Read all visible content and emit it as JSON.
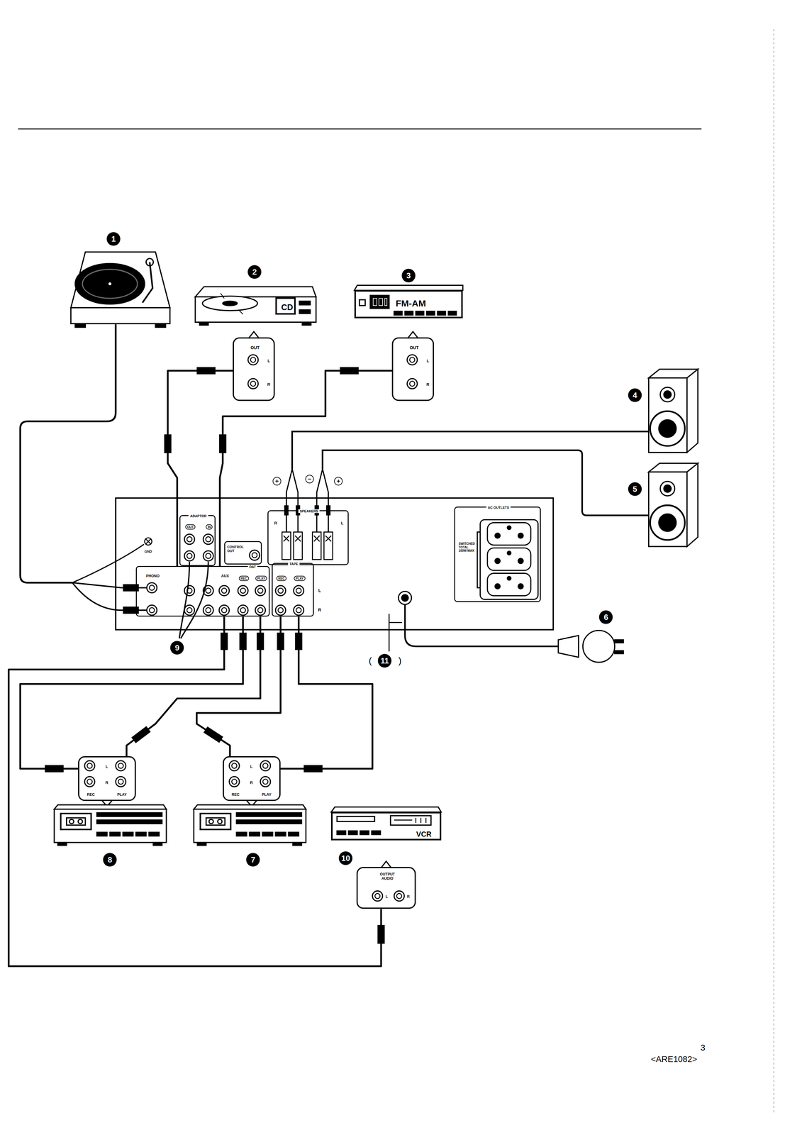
{
  "diagram": {
    "nodes": [
      {
        "text": [
          "CD"
        ]
      },
      {
        "text": [
          "FM-AM"
        ]
      },
      {
        "text": [
          "OUT",
          "L",
          "R"
        ]
      },
      {
        "text": [
          "OUT",
          "L",
          "R"
        ]
      },
      {
        "text": [
          "ADAPTOR",
          "OUT",
          "IN"
        ]
      },
      {
        "text": [
          "CONTROL OUT"
        ]
      },
      {
        "text": [
          "SPEAKERS",
          "R",
          "L"
        ]
      },
      {
        "text": [
          "AC OUTLETS",
          "SWITCHED TOTAL 100W MAX"
        ]
      },
      {
        "text": [
          "PHONO",
          "AUX",
          "DAT",
          "REC",
          "PLAY"
        ]
      },
      {
        "text": [
          "TAPE",
          "REC",
          "PLAY"
        ]
      },
      {
        "text": [
          "L",
          "R",
          "REC",
          "PLAY"
        ]
      },
      {
        "text": [
          "L",
          "R",
          "REC",
          "PLAY"
        ]
      },
      {
        "text": [
          "VCR"
        ]
      },
      {
        "text": [
          "OUTPUT AUDIO",
          "L",
          "R"
        ]
      }
    ],
    "edges": [
      {
        "from": 2,
        "to": 8,
        "arrow": "none"
      },
      {
        "from": 3,
        "to": 8,
        "arrow": "none"
      },
      {
        "from": 13,
        "to": 8,
        "arrow": "none"
      },
      {
        "from": 10,
        "to": 8,
        "arrow": "none"
      },
      {
        "from": 10,
        "to": 8,
        "arrow": "none"
      },
      {
        "from": 11,
        "to": 9,
        "arrow": "none"
      },
      {
        "from": 11,
        "to": 9,
        "arrow": "none"
      }
    ],
    "labels": [
      "1",
      "2",
      "3",
      "4",
      "5",
      "+",
      "−",
      "+",
      "6",
      "GND",
      "L",
      "R",
      "9",
      "(",
      "11",
      ")",
      "8",
      "7",
      "10",
      "3",
      "<ARE1082>"
    ]
  }
}
